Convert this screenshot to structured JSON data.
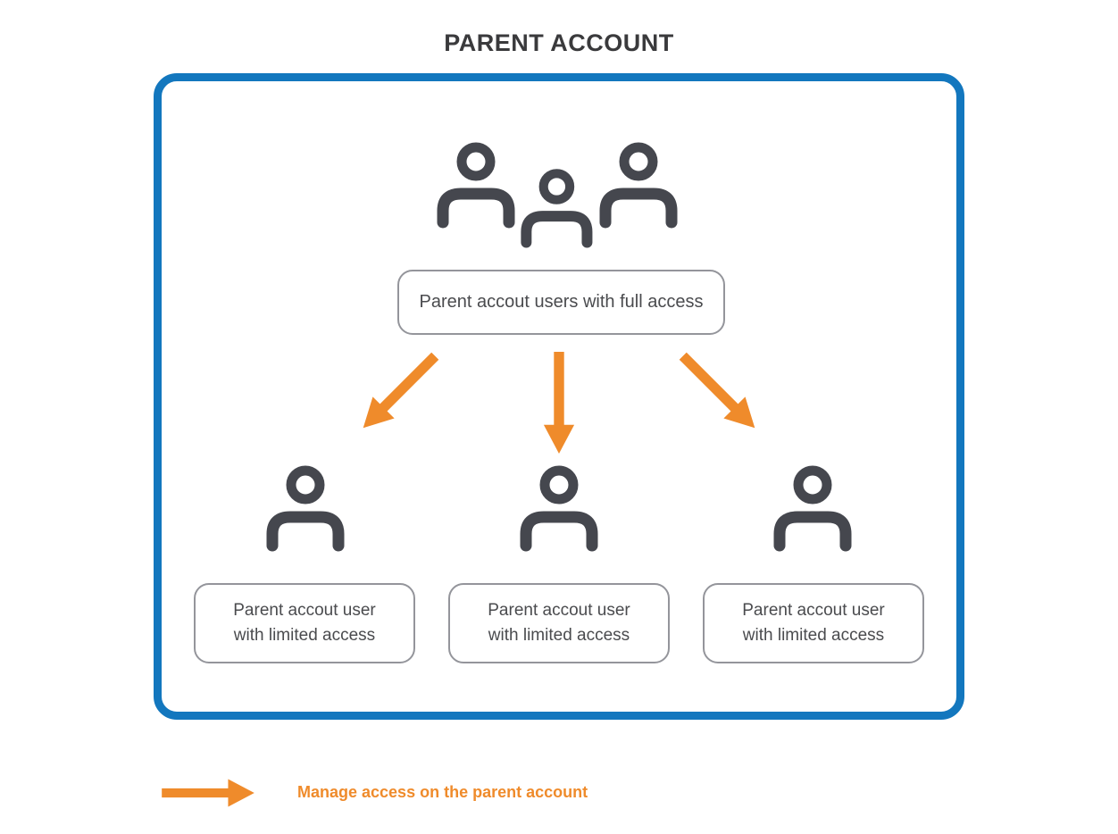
{
  "diagram": {
    "title": "PARENT ACCOUNT",
    "full_access_box": {
      "label": "Parent accout users with full access"
    },
    "limited_access_boxes": [
      {
        "lines": [
          "Parent accout user",
          "with limited access"
        ]
      },
      {
        "lines": [
          "Parent accout user",
          "with limited access"
        ]
      },
      {
        "lines": [
          "Parent accout user",
          "with limited access"
        ]
      }
    ],
    "legend": {
      "label": "Manage access on the parent account"
    }
  },
  "icons": {
    "top": "users-group-icon",
    "children": [
      "user-icon",
      "user-icon",
      "user-icon"
    ],
    "arrows": [
      "arrow-down-left-icon",
      "arrow-down-icon",
      "arrow-down-right-icon"
    ],
    "legend": "arrow-right-icon"
  },
  "colors": {
    "frame_blue": "#1377BE",
    "arrow_orange": "#EF8B2B",
    "icon_dark": "#45474E",
    "pill_border_gray": "#94959B",
    "text_gray": "#4A4B4E",
    "title_dark": "#3A3A3C"
  }
}
